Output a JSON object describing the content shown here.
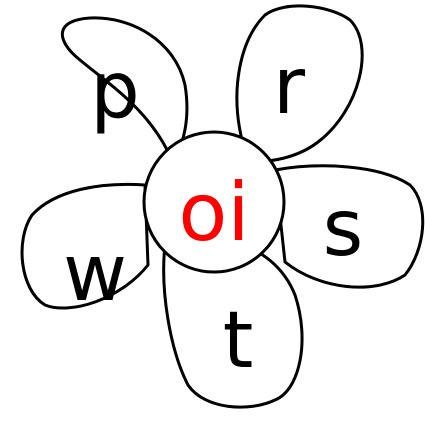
{
  "center": {
    "label": "oi",
    "color": "#ff0000"
  },
  "petals": [
    {
      "id": "top-left",
      "label": "p"
    },
    {
      "id": "top-right",
      "label": "r"
    },
    {
      "id": "right",
      "label": "s"
    },
    {
      "id": "bottom",
      "label": "t"
    },
    {
      "id": "left",
      "label": "w"
    }
  ],
  "colors": {
    "letter": "#000000",
    "outline": "#000000",
    "fill": "#ffffff"
  }
}
